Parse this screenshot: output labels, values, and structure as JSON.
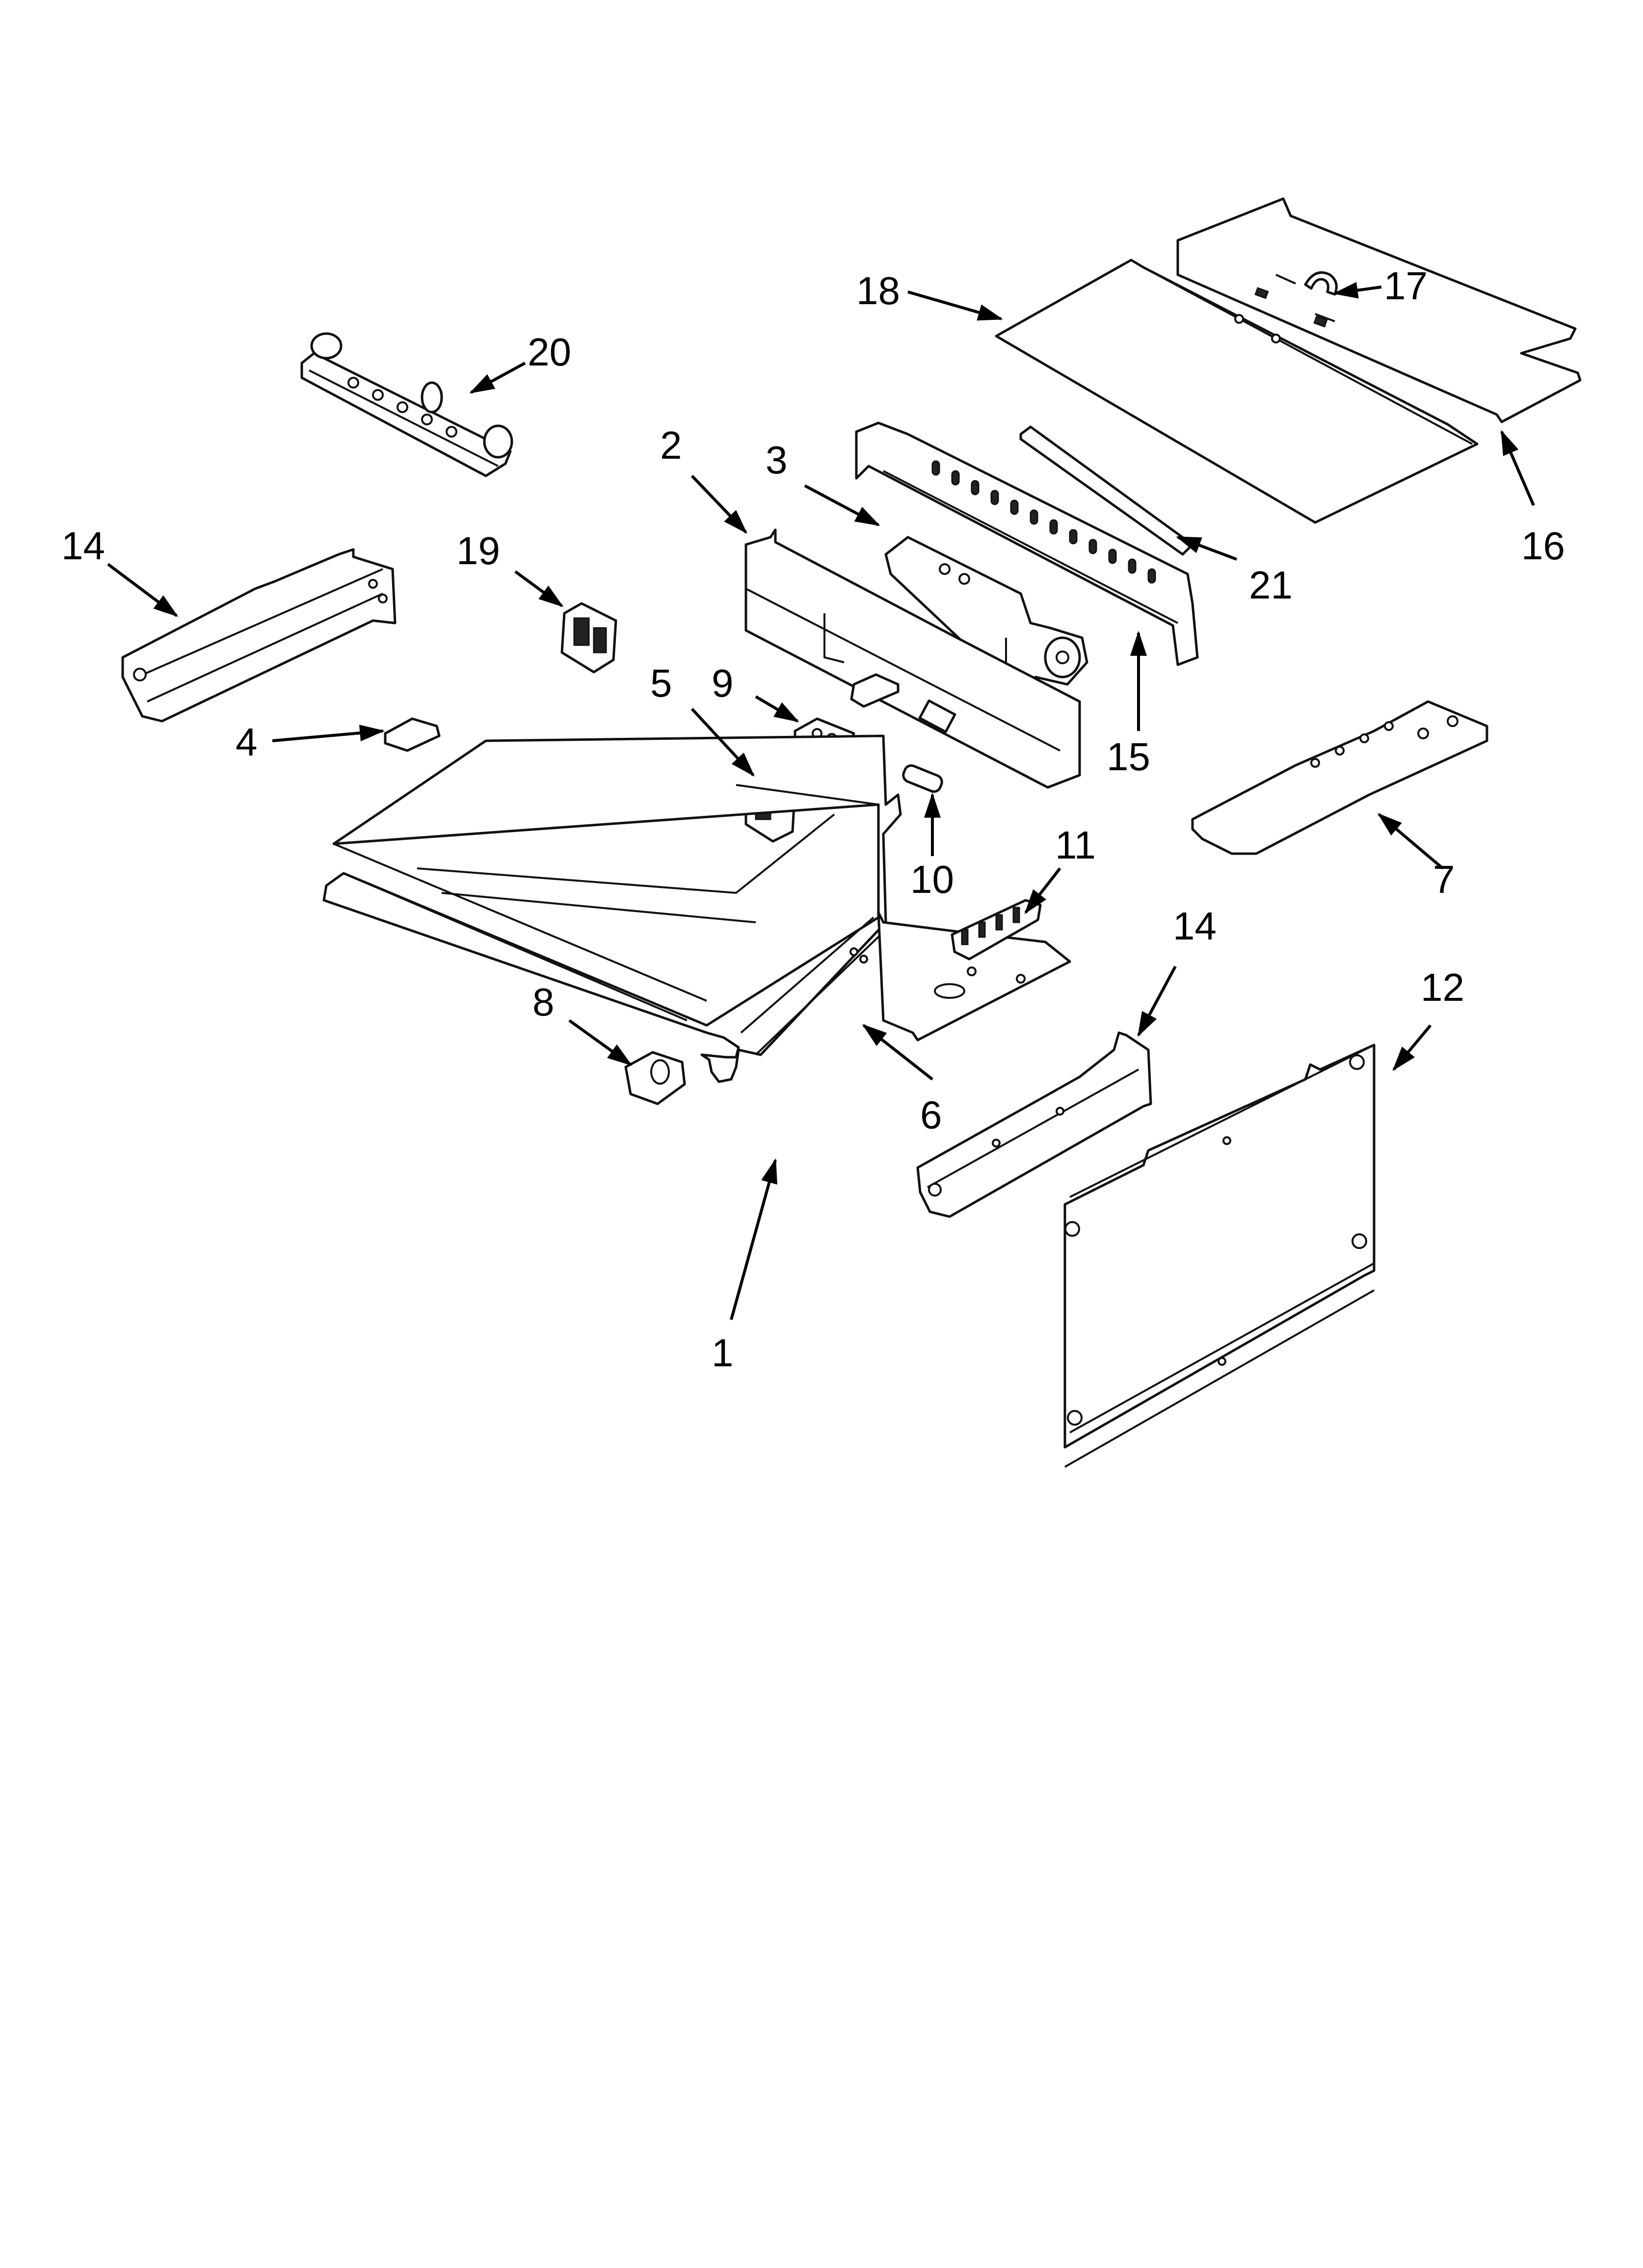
{
  "callouts": {
    "c1": "1",
    "c2": "2",
    "c3": "3",
    "c4": "4",
    "c5": "5",
    "c6": "6",
    "c7": "7",
    "c8": "8",
    "c9": "9",
    "c10": "10",
    "c11": "11",
    "c12": "12",
    "c14a": "14",
    "c14b": "14",
    "c15": "15",
    "c16": "16",
    "c17": "17",
    "c18": "18",
    "c19": "19",
    "c20": "20",
    "c21": "21"
  },
  "colors": {
    "line": "#111111",
    "background": "#ffffff"
  }
}
